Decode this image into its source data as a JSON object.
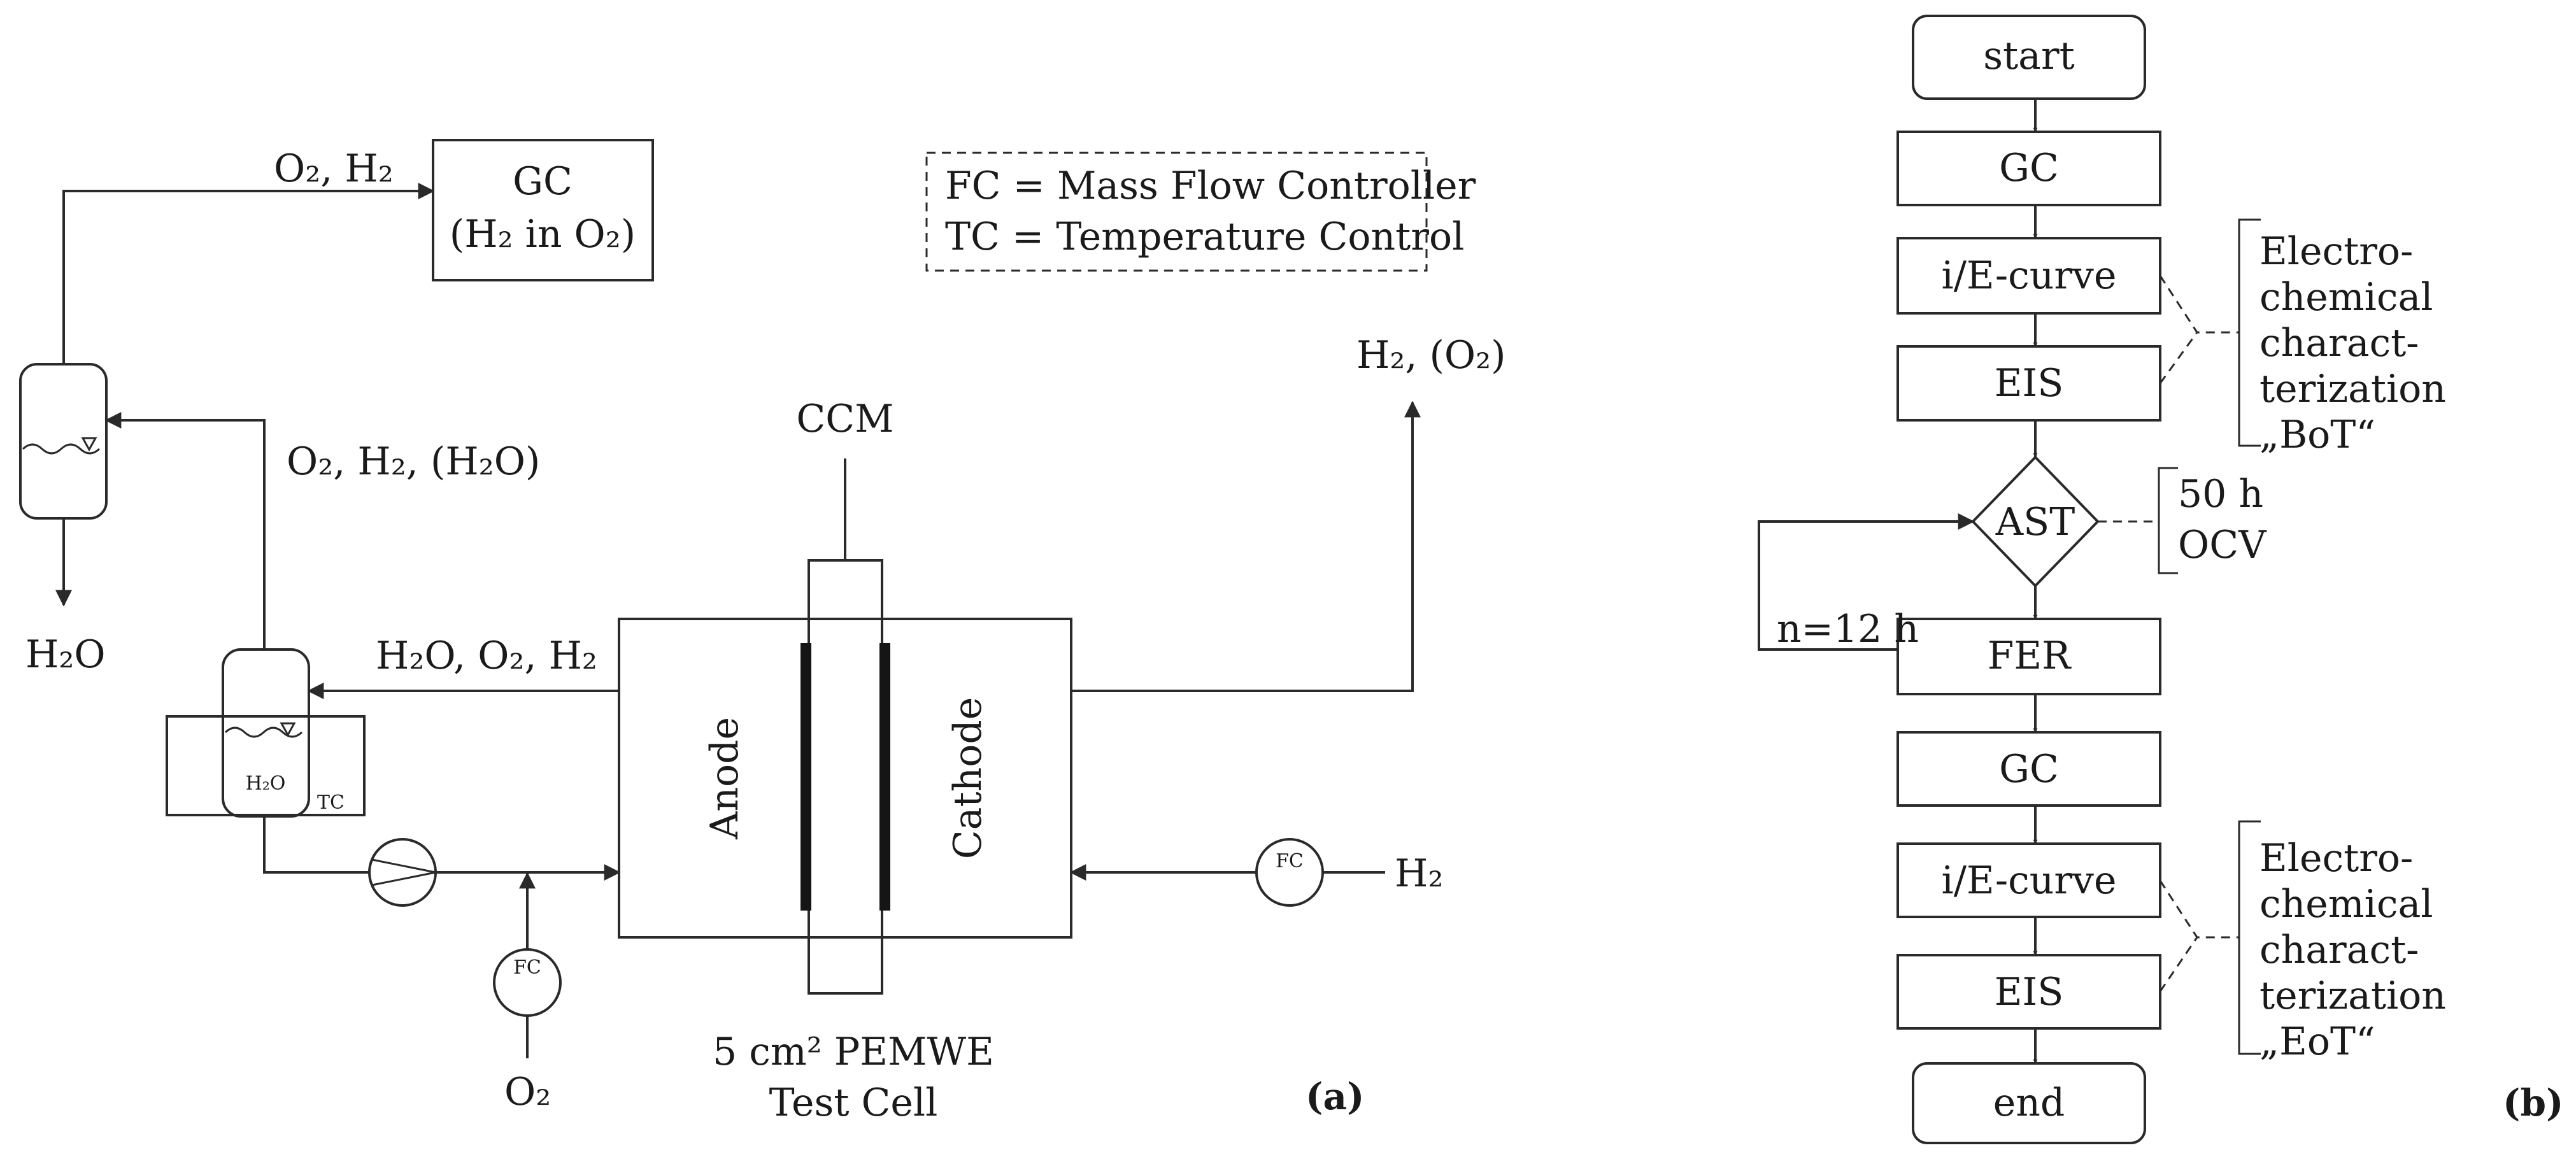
{
  "legend": {
    "fc_line": "FC = Mass Flow Controller",
    "tc_line": "TC = Temperature Control"
  },
  "panel_a": {
    "gc_box": {
      "line1": "GC",
      "line2": "(H₂ in O₂)"
    },
    "stream_to_gc": "O₂, H₂",
    "stream_from_separator": "O₂, H₂, (H₂O)",
    "stream_anode_out": "H₂O, O₂, H₂",
    "stream_cathode_out": "H₂, (O₂)",
    "water_out": "H₂O",
    "tank_water": "H₂O",
    "tc_label": "TC",
    "fc_label": "FC",
    "o2_in": "O₂",
    "h2_in": "H₂",
    "ccm_label": "CCM",
    "anode_label": "Anode",
    "cathode_label": "Cathode",
    "cell_caption_line1": "5 cm² PEMWE",
    "cell_caption_line2": "Test Cell",
    "panel_label": "(a)"
  },
  "panel_b": {
    "start": "start",
    "steps_bot": [
      "GC",
      "i/E-curve",
      "EIS"
    ],
    "ast": "AST",
    "ast_note_line1": "50 h",
    "ast_note_line2": "OCV",
    "loop_label": "n=12 h",
    "fer": "FER",
    "steps_eot": [
      "GC",
      "i/E-curve",
      "EIS"
    ],
    "end": "end",
    "note_bot": [
      "Electro-",
      "chemical",
      "charact-",
      "terization",
      "„BoT“"
    ],
    "note_eot": [
      "Electro-",
      "chemical",
      "charact-",
      "terization",
      "„EoT“"
    ],
    "panel_label": "(b)"
  },
  "colors": {
    "terminal_fill": "#21f2d3",
    "process_fill": "#d4d4d4",
    "decision_fill": "#8fb8e0",
    "cell_fill": "#ececec",
    "membrane": "#151515"
  }
}
